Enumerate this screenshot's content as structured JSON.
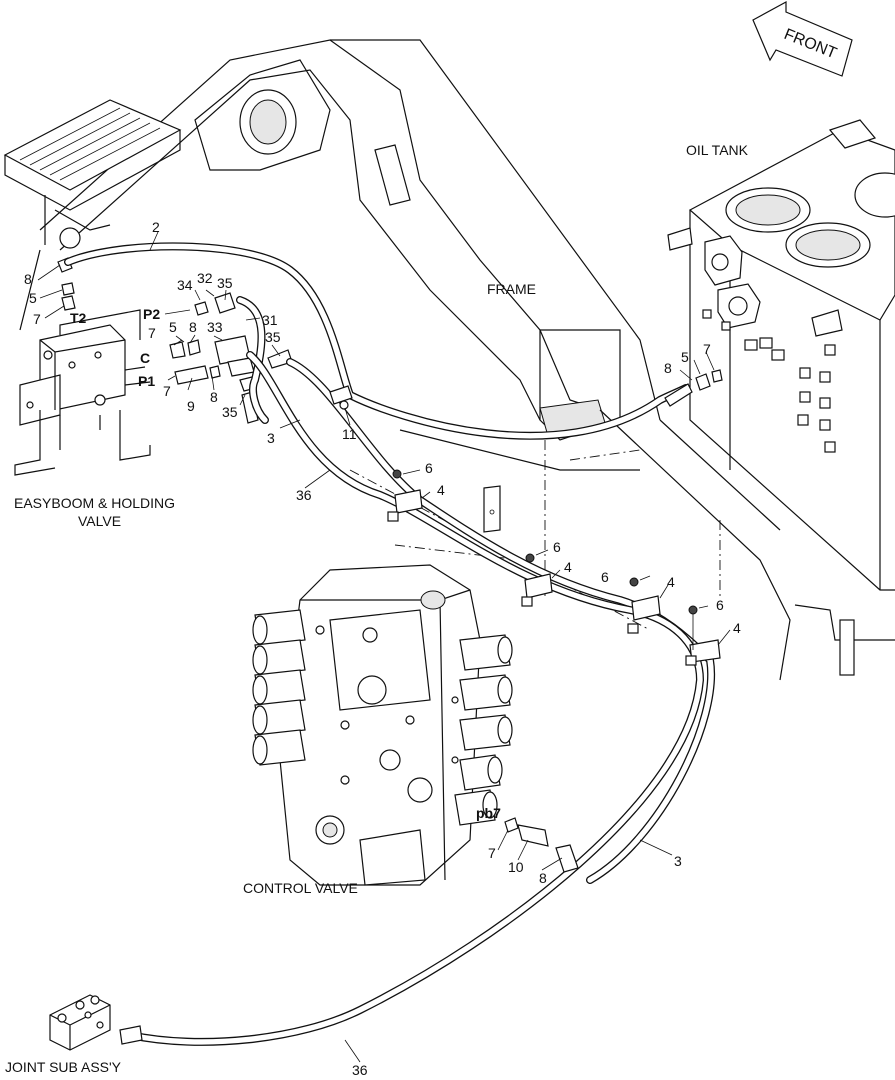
{
  "labels": {
    "front": "FRONT",
    "oil_tank": "OIL TANK",
    "frame": "FRAME",
    "easyboom_line1": "EASYBOOM & HOLDING",
    "easyboom_line2": "VALVE",
    "control_valve": "CONTROL VALVE",
    "joint_sub": "JOINT SUB ASS'Y"
  },
  "ports": {
    "t2": "T2",
    "p2": "P2",
    "c": "C",
    "p1": "P1",
    "pb7": "pb7"
  },
  "callouts": {
    "n2": "2",
    "n8a": "8",
    "n5a": "5",
    "n7a": "7",
    "n34": "34",
    "n32": "32",
    "n35a": "35",
    "n31": "31",
    "n7b": "7",
    "n5b": "5",
    "n8b": "8",
    "n33": "33",
    "n35b": "35",
    "n7c": "7",
    "n9": "9",
    "n8c": "8",
    "n35c": "35",
    "n3a": "3",
    "n11": "11",
    "n36a": "36",
    "n8d": "8",
    "n5c": "5",
    "n7d": "7",
    "n6a": "6",
    "n4a": "4",
    "n6b": "6",
    "n4b": "4",
    "n6c": "6",
    "n4c": "4",
    "n6d": "6",
    "n4d": "4",
    "n7e": "7",
    "n10": "10",
    "n8e": "8",
    "n3b": "3",
    "n36b": "36"
  }
}
